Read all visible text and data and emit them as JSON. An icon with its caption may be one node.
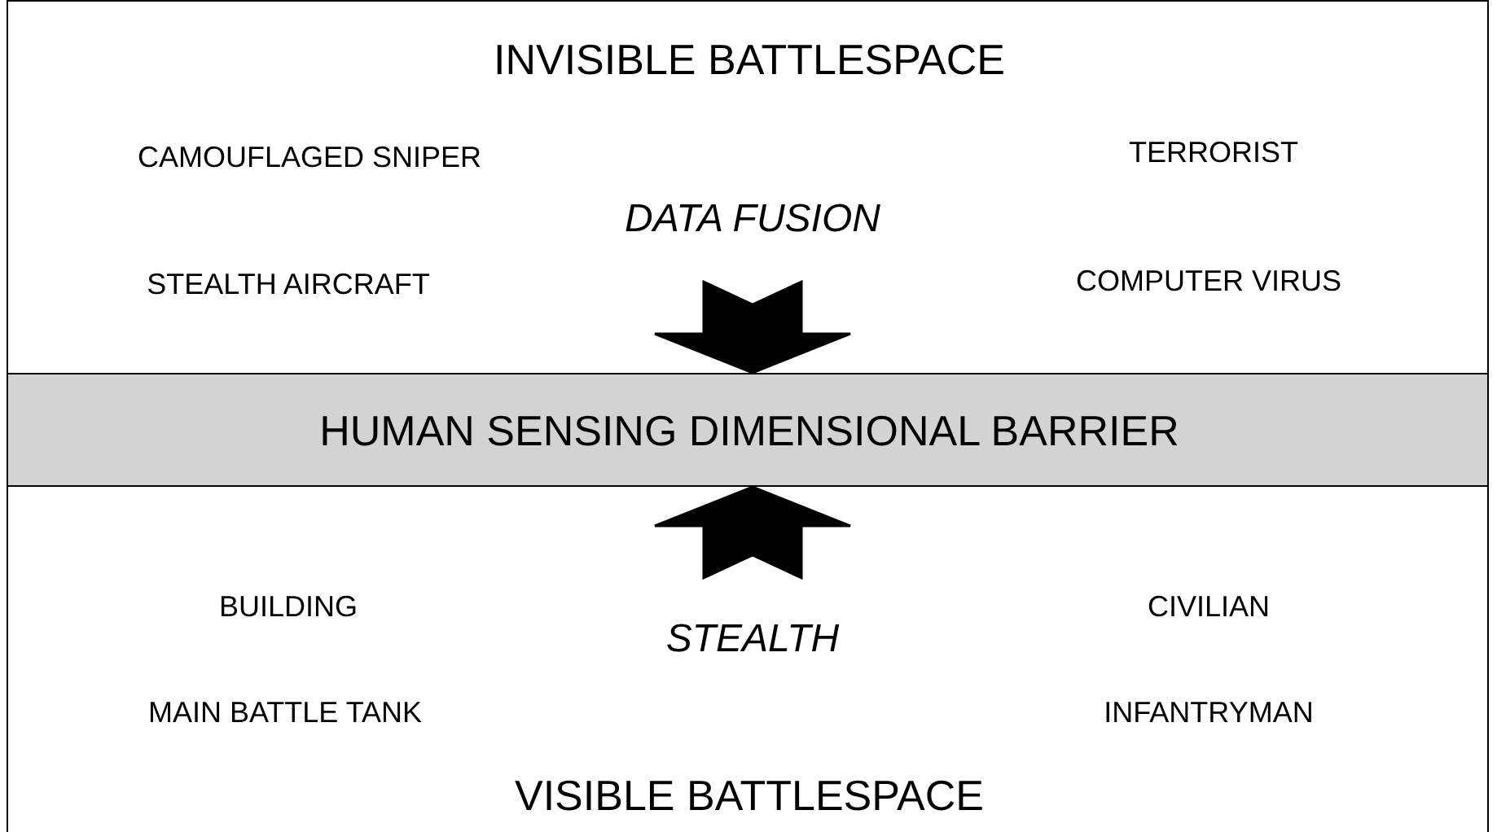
{
  "diagram": {
    "nodes": [
      {
        "text": [
          "INVISIBLE BATTLESPACE"
        ]
      },
      {
        "text": [
          "HUMAN SENSING DIMENSIONAL BARRIER"
        ]
      },
      {
        "text": [
          "VISIBLE BATTLESPACE"
        ]
      }
    ],
    "edges": [
      {
        "from": 0,
        "to": 1,
        "arrow": "to",
        "label": "DATA FUSION",
        "style": "thick"
      },
      {
        "from": 2,
        "to": 1,
        "arrow": "to",
        "label": "STEALTH",
        "style": "thick"
      }
    ],
    "labels": [
      "CAMOUFLAGED SNIPER",
      "TERRORIST",
      "STEALTH AIRCRAFT",
      "COMPUTER VIRUS",
      "BUILDING",
      "CIVILIAN",
      "MAIN BATTLE TANK",
      "INFANTRYMAN"
    ]
  }
}
